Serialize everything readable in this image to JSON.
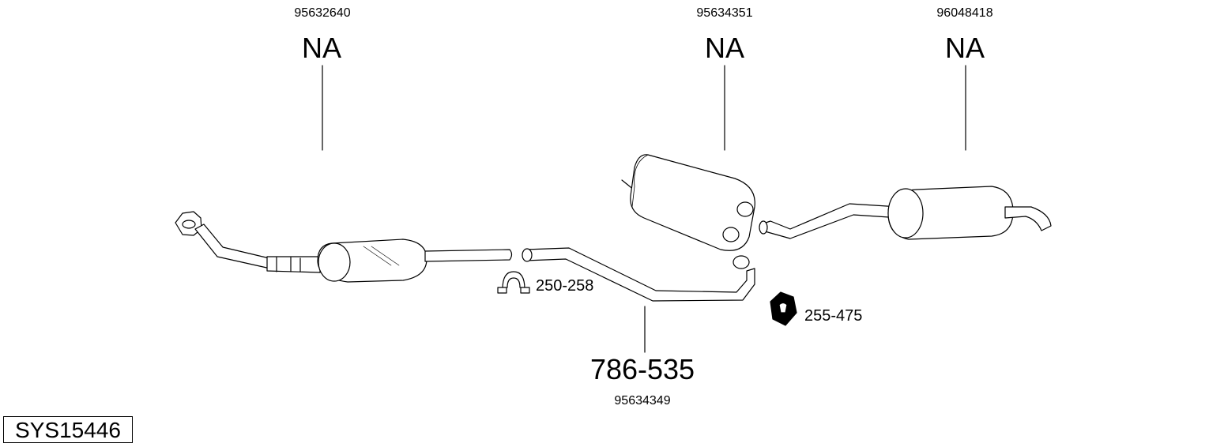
{
  "parts": [
    {
      "oem": "95632640",
      "code": "NA"
    },
    {
      "oem": "95634351",
      "code": "NA"
    },
    {
      "oem": "96048418",
      "code": "NA"
    },
    {
      "oem": "95634349",
      "code": "786-535"
    }
  ],
  "accessories": [
    {
      "code": "250-258",
      "icon": "clamp-icon"
    },
    {
      "code": "255-475",
      "icon": "rubber-mount-icon"
    }
  ],
  "system_id": "SYS15446"
}
